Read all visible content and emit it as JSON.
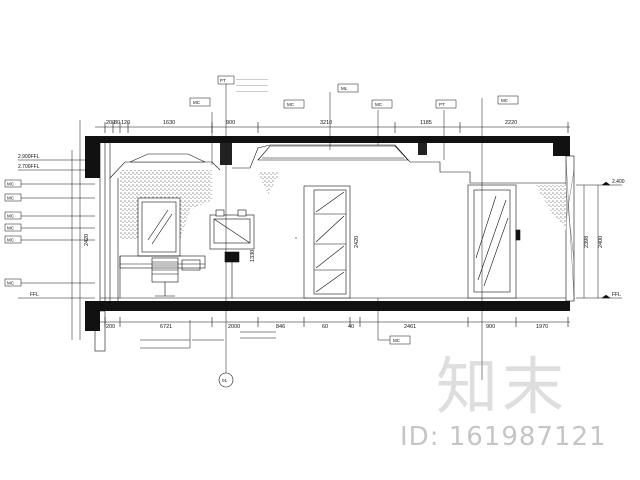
{
  "drawing": {
    "top_dimensions": [
      "200",
      "80",
      "120",
      "1630",
      "900",
      "3210",
      "1185",
      "2220"
    ],
    "bottom_dimensions": [
      "200",
      "6721",
      "2000",
      "846",
      "60",
      "40",
      "2461",
      "900",
      "1970"
    ],
    "inner_dimensions": [
      "1330",
      "2420",
      "2420",
      "2398",
      "2400"
    ],
    "left_levels": [
      "2.900FFL",
      "2.700FFL",
      "FFL"
    ],
    "right_levels": [
      "2.400",
      "FFL"
    ],
    "left_tags": [
      "MC",
      "MC",
      "MC",
      "MC",
      "MC",
      "MC"
    ],
    "top_tags": [
      "MC",
      "PT",
      "MC",
      "ML",
      "MC",
      "PT",
      "MC"
    ],
    "bottom_tags": [
      "MC"
    ],
    "section_marker": "01",
    "notes": [
      "————————",
      "————————",
      "————————"
    ]
  },
  "watermark": {
    "logo_text": "知末",
    "id_text": "ID: 161987121"
  }
}
